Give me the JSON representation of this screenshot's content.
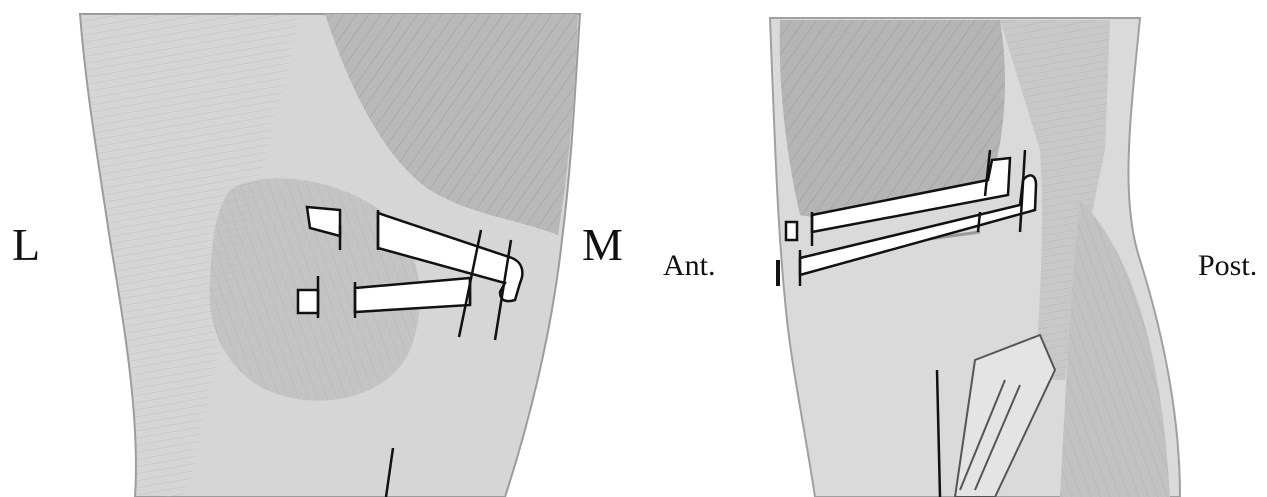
{
  "labels": {
    "lateral": "L",
    "medial": "M",
    "anterior": "Ant.",
    "posterior": "Post."
  },
  "colors": {
    "background": "#ffffff",
    "tissue_light": "#d9d9d9",
    "tissue_mid": "#bdbdbd",
    "tissue_dark": "#9e9e9e",
    "fiber": "#8a8a8a",
    "outline": "#111111",
    "graft": "#ffffff"
  }
}
